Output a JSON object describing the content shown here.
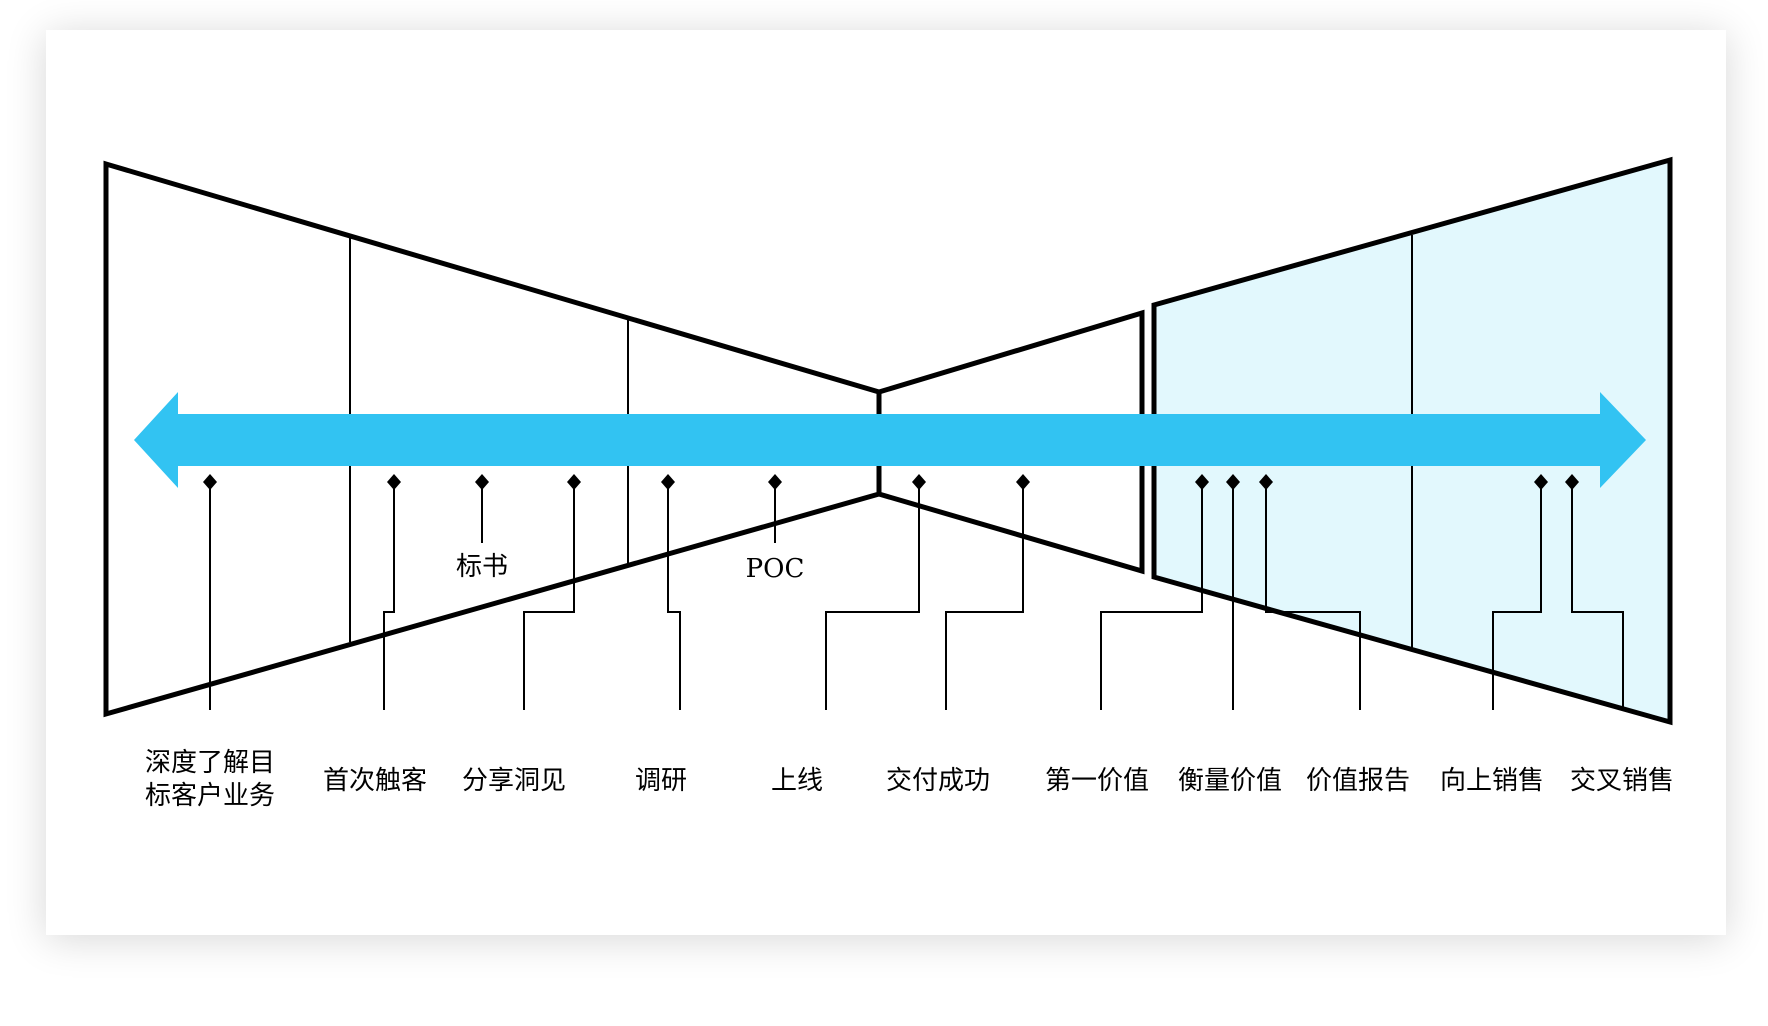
{
  "colors": {
    "arrow": "#32c3f2",
    "right_panel_fill": "#e2f8fd",
    "stroke": "#000000"
  },
  "stages": [
    {
      "id": "s1",
      "lines": [
        "深度了解目",
        "标客户业务"
      ]
    },
    {
      "id": "s2",
      "lines": [
        "首次触客"
      ]
    },
    {
      "id": "s3",
      "lines": [
        "分享洞见"
      ]
    },
    {
      "id": "s4",
      "lines": [
        "调研"
      ]
    },
    {
      "id": "s5",
      "lines": [
        "上线"
      ]
    },
    {
      "id": "s6",
      "lines": [
        "交付成功"
      ]
    },
    {
      "id": "s7",
      "lines": [
        "第一价值"
      ]
    },
    {
      "id": "s8",
      "lines": [
        "衡量价值"
      ]
    },
    {
      "id": "s9",
      "lines": [
        "价值报告"
      ]
    },
    {
      "id": "s10",
      "lines": [
        "向上销售"
      ]
    },
    {
      "id": "s11",
      "lines": [
        "交叉销售"
      ]
    }
  ],
  "callouts": [
    {
      "id": "c1",
      "text": "标书"
    },
    {
      "id": "c2",
      "text": "POC"
    }
  ]
}
